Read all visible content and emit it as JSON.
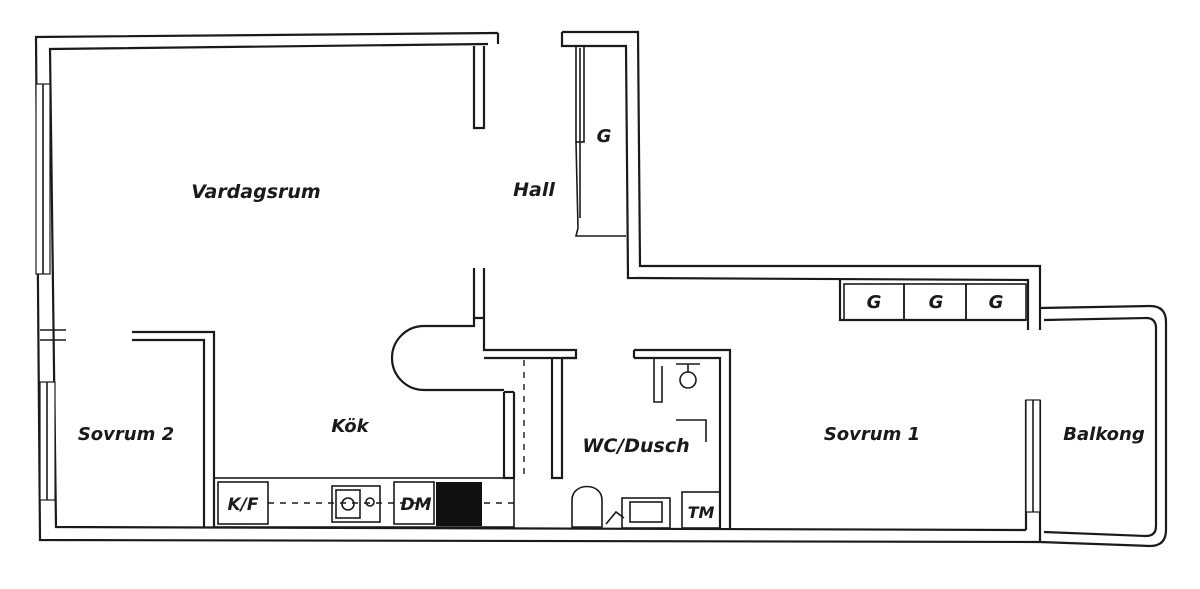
{
  "rooms": {
    "vardagsrum": "Vardagsrum",
    "hall": "Hall",
    "sovrum2": "Sovrum 2",
    "kok": "Kök",
    "wc": "WC/Dusch",
    "sovrum1": "Sovrum 1",
    "balkong": "Balkong"
  },
  "fixtures": {
    "garderob": "G",
    "kf": "K/F",
    "dm": "DM",
    "tm": "TM"
  }
}
